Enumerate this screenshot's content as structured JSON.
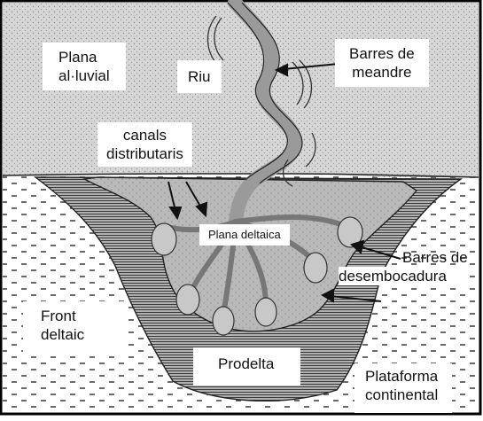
{
  "diagram": {
    "labels": {
      "plana_alluvial": [
        "Plana",
        "al·luvial"
      ],
      "riu": "Riu",
      "barres_meandre": [
        "Barres de",
        "meandre"
      ],
      "canals_distributaris": [
        "canals",
        "distributaris"
      ],
      "plana_deltaica": "Plana deltaica",
      "barres_desembocadura": [
        "Barres de",
        "desembocadura"
      ],
      "front_deltaic": [
        "Front",
        "deltaic"
      ],
      "prodelta": "Prodelta",
      "plataforma_continental": [
        "Plataforma",
        "continental"
      ]
    },
    "colors": {
      "land": "#d9d9d9",
      "sea": "#ffffff",
      "delta_plain": "#b4b4b4",
      "river": "#a8a8a8",
      "hatch": "#555555",
      "frame": "#000000",
      "ink": "#222222"
    }
  }
}
